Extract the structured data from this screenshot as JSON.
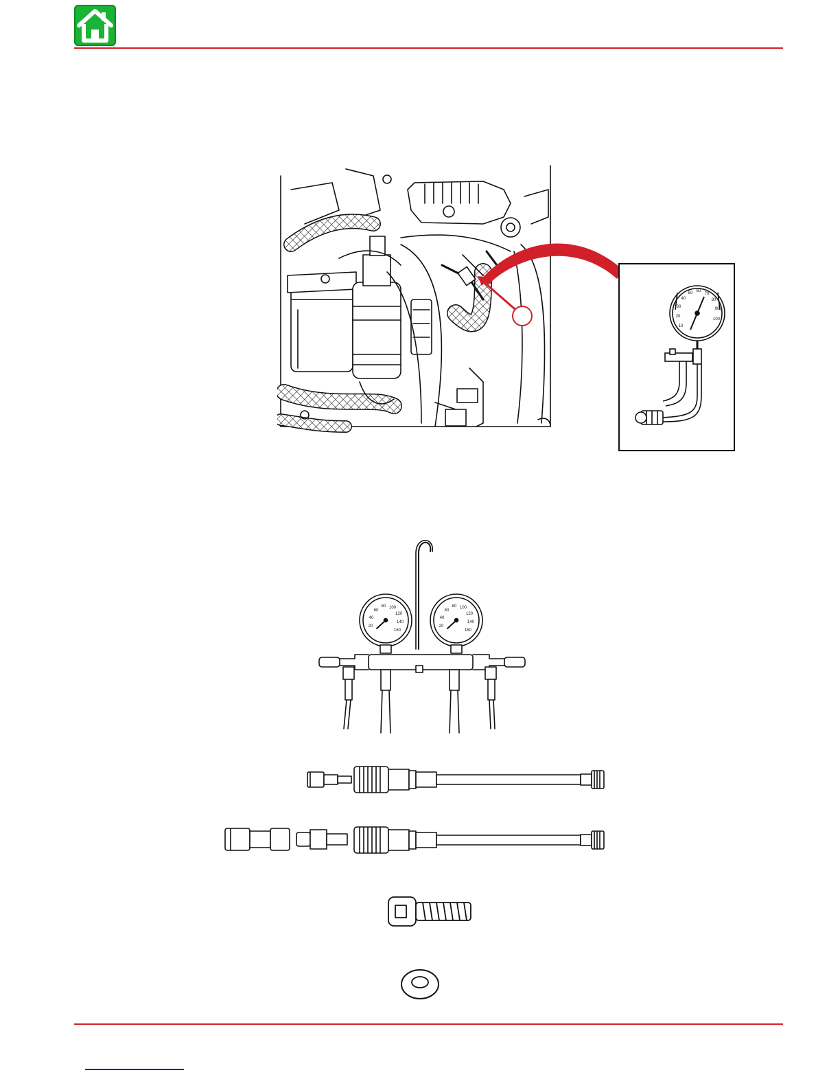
{
  "header": {
    "home_icon": "home-icon",
    "brand_green": "#19b336"
  },
  "colors": {
    "rule": "#d1202a",
    "callout": "#d1202a",
    "link": "#1a1ad0"
  },
  "figures": {
    "fuel_pressure_test": {
      "callout_marker": "",
      "inset_gauge_scale": [
        "10",
        "20",
        "30",
        "40",
        "50",
        "60",
        "70",
        "80",
        "90",
        "100"
      ]
    },
    "dual_gauge_manifold": {
      "left_gauge_scale": [
        "20",
        "40",
        "60",
        "80",
        "100",
        "120",
        "140",
        "160"
      ],
      "right_gauge_scale": [
        "20",
        "40",
        "60",
        "80",
        "100",
        "120",
        "140",
        "160"
      ]
    }
  }
}
